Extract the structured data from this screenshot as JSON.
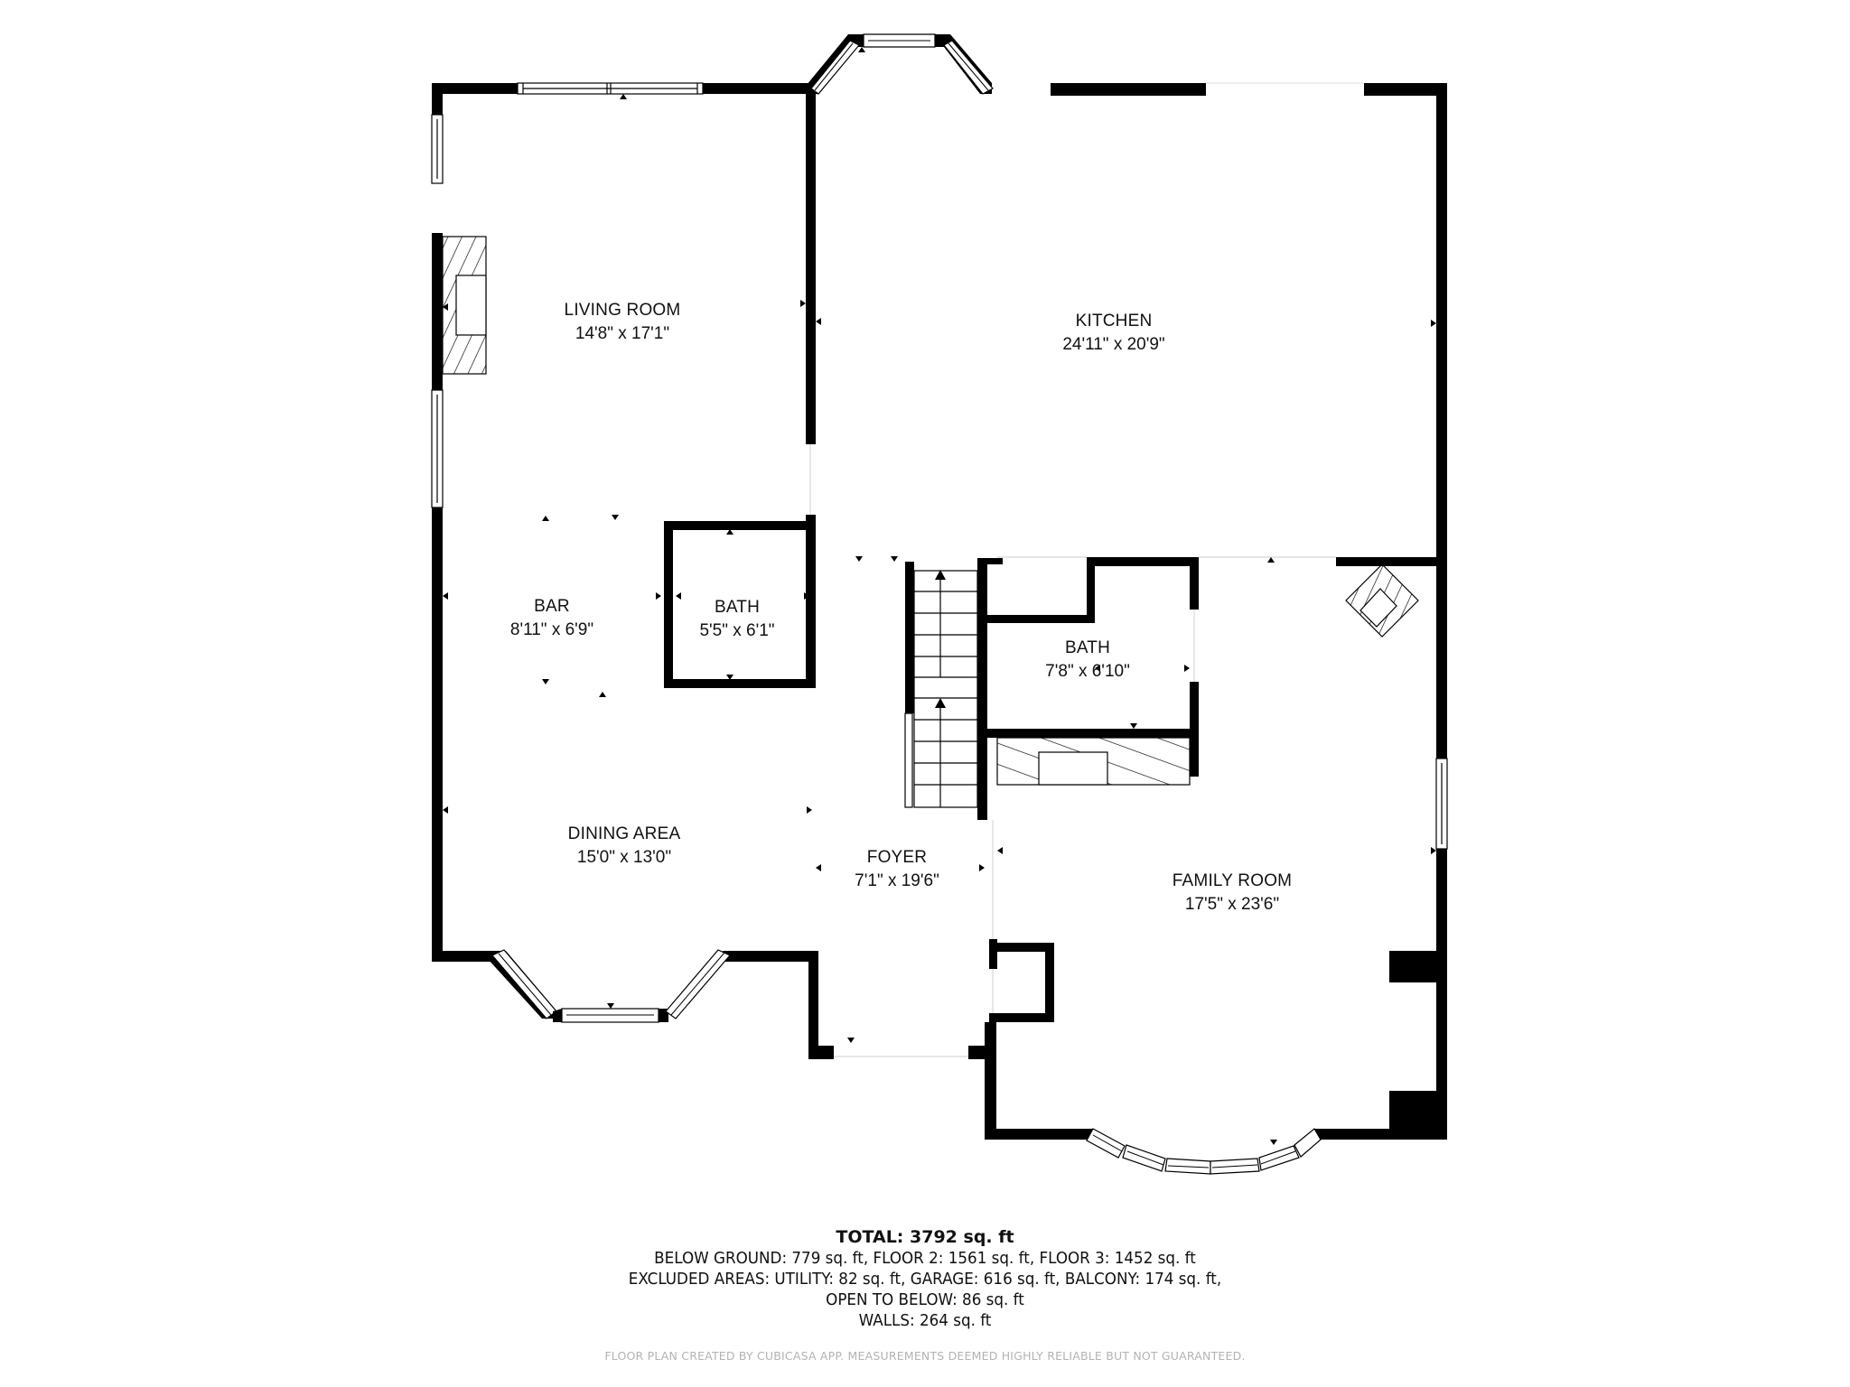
{
  "rooms": {
    "living_room": {
      "name": "LIVING ROOM",
      "dims": "14'8\" x 17'1\""
    },
    "kitchen": {
      "name": "KITCHEN",
      "dims": "24'11\" x 20'9\""
    },
    "bar": {
      "name": "BAR",
      "dims": "8'11\" x 6'9\""
    },
    "bath_1": {
      "name": "BATH",
      "dims": "5'5\" x 6'1\""
    },
    "bath_2": {
      "name": "BATH",
      "dims": "7'8\" x 6'10\""
    },
    "dining_area": {
      "name": "DINING AREA",
      "dims": "15'0\" x 13'0\""
    },
    "foyer": {
      "name": "FOYER",
      "dims": "7'1\" x 19'6\""
    },
    "family_room": {
      "name": "FAMILY ROOM",
      "dims": "17'5\" x 23'6\""
    }
  },
  "summary": {
    "total": "TOTAL: 3792 sq. ft",
    "floors": "BELOW GROUND: 779 sq. ft, FLOOR 2: 1561 sq. ft, FLOOR 3: 1452 sq. ft",
    "excluded": "EXCLUDED AREAS: UTILITY: 82 sq. ft, GARAGE: 616 sq. ft, BALCONY: 174 sq. ft,",
    "open_to_below": "OPEN TO BELOW: 86 sq. ft",
    "walls": "WALLS: 264 sq. ft"
  },
  "footer": {
    "disclaimer": "FLOOR PLAN CREATED BY CUBICASA APP. MEASUREMENTS DEEMED HIGHLY RELIABLE BUT NOT GUARANTEED."
  },
  "colors": {
    "wall": "#000000",
    "background": "#ffffff",
    "text": "#111111",
    "disclaimer": "#b3b3b3"
  }
}
